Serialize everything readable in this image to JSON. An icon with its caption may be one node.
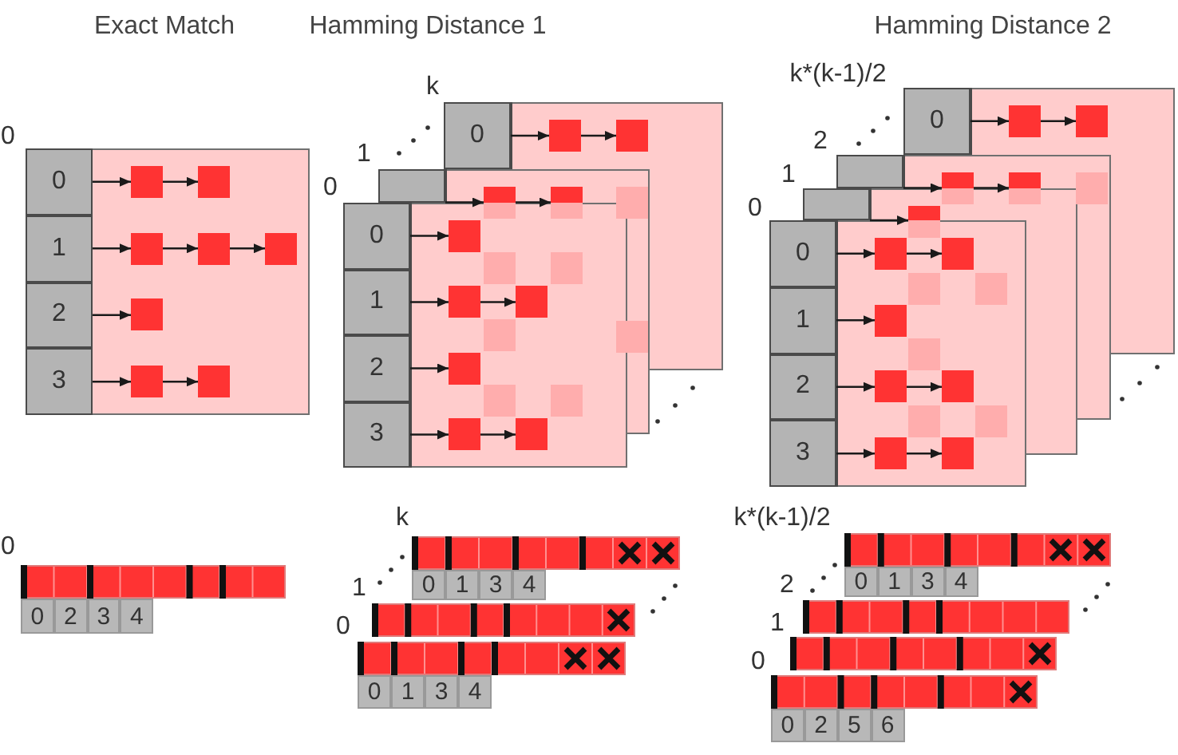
{
  "diagram": {
    "labels": [
      "Exact Match",
      "Hamming Distance 1",
      "Hamming Distance 2",
      "k",
      "1",
      "0",
      "k*(k-1)/2",
      "2",
      "1",
      "0"
    ],
    "nodes": [
      {
        "text": [],
        "shape": "box",
        "beside": [
          "0"
        ]
      },
      {
        "text": [
          "0"
        ],
        "in": 0
      },
      {
        "text": [],
        "shape": "box",
        "in": 0
      },
      {
        "text": [],
        "shape": "box",
        "in": 0
      },
      {
        "text": [
          "1"
        ],
        "in": 0
      },
      {
        "text": [],
        "shape": "box",
        "in": 0
      },
      {
        "text": [],
        "shape": "box",
        "in": 0
      },
      {
        "text": [],
        "shape": "box",
        "in": 0
      },
      {
        "text": [
          "2"
        ],
        "in": 0
      },
      {
        "text": [],
        "shape": "box",
        "in": 0
      },
      {
        "text": [
          "3"
        ],
        "in": 0
      },
      {
        "text": [],
        "shape": "box",
        "in": 0
      },
      {
        "text": [],
        "shape": "box",
        "in": 0
      },
      {
        "text": [
          "0"
        ]
      },
      {
        "text": [],
        "shape": "box"
      },
      {
        "text": [],
        "shape": "box"
      },
      {
        "text": [],
        "shape": "box"
      },
      {
        "text": [],
        "shape": "box"
      },
      {
        "text": [],
        "shape": "box"
      },
      {
        "text": [],
        "shape": "box"
      },
      {
        "text": [],
        "shape": "box"
      },
      {
        "text": [],
        "shape": "box"
      },
      {
        "text": [],
        "shape": "box"
      },
      {
        "text": [],
        "shape": "box"
      },
      {
        "text": [],
        "shape": "box"
      },
      {
        "text": [],
        "shape": "box"
      },
      {
        "text": [
          "0"
        ]
      },
      {
        "text": [],
        "shape": "box"
      },
      {
        "text": [
          "1"
        ]
      },
      {
        "text": [],
        "shape": "box"
      },
      {
        "text": [],
        "shape": "box"
      },
      {
        "text": [
          "2"
        ]
      },
      {
        "text": [],
        "shape": "box"
      },
      {
        "text": [
          "3"
        ]
      },
      {
        "text": [],
        "shape": "box"
      },
      {
        "text": [],
        "shape": "box"
      },
      {
        "text": [
          "0"
        ]
      },
      {
        "text": [],
        "shape": "box"
      },
      {
        "text": [],
        "shape": "box"
      },
      {
        "text": [],
        "shape": "box"
      },
      {
        "text": [],
        "shape": "box"
      },
      {
        "text": [],
        "shape": "box"
      },
      {
        "text": [],
        "shape": "box"
      },
      {
        "text": [],
        "shape": "box"
      },
      {
        "text": [],
        "shape": "box"
      },
      {
        "text": [],
        "shape": "box"
      },
      {
        "text": [],
        "shape": "box"
      },
      {
        "text": [],
        "shape": "box"
      },
      {
        "text": [],
        "shape": "box"
      },
      {
        "text": [],
        "shape": "box"
      },
      {
        "text": [
          "0"
        ]
      },
      {
        "text": [],
        "shape": "box"
      },
      {
        "text": [],
        "shape": "box"
      },
      {
        "text": [
          "1"
        ]
      },
      {
        "text": [],
        "shape": "box"
      },
      {
        "text": [
          "2"
        ]
      },
      {
        "text": [],
        "shape": "box"
      },
      {
        "text": [],
        "shape": "box"
      },
      {
        "text": [
          "3"
        ]
      },
      {
        "text": [],
        "shape": "box"
      },
      {
        "text": [],
        "shape": "box"
      },
      {
        "text": [],
        "shape": "bar",
        "beside": [
          "0"
        ]
      },
      {
        "text": [
          "0"
        ]
      },
      {
        "text": [
          "2"
        ]
      },
      {
        "text": [
          "3"
        ]
      },
      {
        "text": [
          "4"
        ]
      },
      {
        "text": [],
        "shape": "bar",
        "beside": [
          "k"
        ]
      },
      {
        "text": [
          "0"
        ]
      },
      {
        "text": [
          "1"
        ]
      },
      {
        "text": [
          "3"
        ]
      },
      {
        "text": [
          "4"
        ]
      },
      {
        "text": [],
        "shape": "bar",
        "beside": [
          "1"
        ]
      },
      {
        "text": [],
        "shape": "bar",
        "beside": [
          "0"
        ]
      },
      {
        "text": [
          "0"
        ]
      },
      {
        "text": [
          "1"
        ]
      },
      {
        "text": [
          "3"
        ]
      },
      {
        "text": [
          "4"
        ]
      },
      {
        "text": [],
        "shape": "bar",
        "beside": [
          "k*(k-1)/2"
        ]
      },
      {
        "text": [
          "0"
        ]
      },
      {
        "text": [
          "1"
        ]
      },
      {
        "text": [
          "3"
        ]
      },
      {
        "text": [
          "4"
        ]
      },
      {
        "text": [],
        "shape": "bar",
        "beside": [
          "2"
        ]
      },
      {
        "text": [],
        "shape": "bar",
        "beside": [
          "1"
        ]
      },
      {
        "text": [],
        "shape": "bar",
        "beside": [
          "0"
        ]
      },
      {
        "text": [
          "0"
        ]
      },
      {
        "text": [
          "2"
        ]
      },
      {
        "text": [
          "5"
        ]
      },
      {
        "text": [
          "6"
        ]
      }
    ],
    "edges": [
      {
        "from": 1,
        "to": 2,
        "arrow": "to"
      },
      {
        "from": 2,
        "to": 3,
        "arrow": "to"
      },
      {
        "from": 4,
        "to": 5,
        "arrow": "to"
      },
      {
        "from": 5,
        "to": 6,
        "arrow": "to"
      },
      {
        "from": 6,
        "to": 7,
        "arrow": "to"
      },
      {
        "from": 8,
        "to": 9,
        "arrow": "to"
      },
      {
        "from": 10,
        "to": 11,
        "arrow": "to"
      },
      {
        "from": 11,
        "to": 12,
        "arrow": "to"
      },
      {
        "from": 13,
        "to": 14,
        "arrow": "to"
      },
      {
        "from": 14,
        "to": 15,
        "arrow": "to"
      },
      {
        "from": 18,
        "to": 19,
        "arrow": "to"
      },
      {
        "from": 19,
        "to": 20,
        "arrow": "to"
      },
      {
        "from": 26,
        "to": 27,
        "arrow": "to"
      },
      {
        "from": 28,
        "to": 29,
        "arrow": "to"
      },
      {
        "from": 29,
        "to": 30,
        "arrow": "to"
      },
      {
        "from": 31,
        "to": 32,
        "arrow": "to"
      },
      {
        "from": 33,
        "to": 34,
        "arrow": "to"
      },
      {
        "from": 34,
        "to": 35,
        "arrow": "to"
      },
      {
        "from": 36,
        "to": 37,
        "arrow": "to"
      },
      {
        "from": 37,
        "to": 38,
        "arrow": "to"
      },
      {
        "from": 40,
        "to": 41,
        "arrow": "to"
      },
      {
        "from": 41,
        "to": 42,
        "arrow": "to"
      },
      {
        "from": 43,
        "to": 44,
        "arrow": "to"
      },
      {
        "from": 50,
        "to": 51,
        "arrow": "to"
      },
      {
        "from": 51,
        "to": 52,
        "arrow": "to"
      },
      {
        "from": 53,
        "to": 54,
        "arrow": "to"
      },
      {
        "from": 55,
        "to": 56,
        "arrow": "to"
      },
      {
        "from": 56,
        "to": 57,
        "arrow": "to"
      },
      {
        "from": 58,
        "to": 59,
        "arrow": "to"
      },
      {
        "from": 59,
        "to": 60,
        "arrow": "to"
      }
    ]
  }
}
